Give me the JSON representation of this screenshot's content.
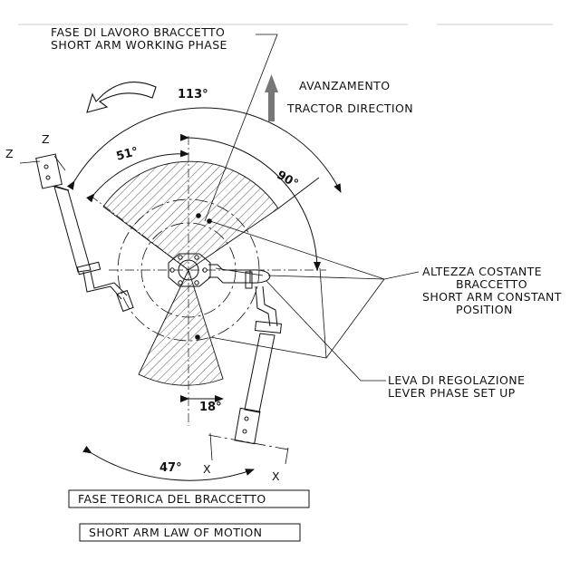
{
  "labels": {
    "work_phase_it": "FASE DI LAVORO BRACCETTO",
    "work_phase_en": "SHORT ARM WORKING PHASE",
    "advance_it": "AVANZAMENTO",
    "advance_en": "TRACTOR DIRECTION",
    "constant_it_1": "ALTEZZA COSTANTE",
    "constant_it_2": "BRACCETTO",
    "constant_en_1": "SHORT ARM CONSTANT",
    "constant_en_2": "POSITION",
    "lever_it": "LEVA DI REGOLAZIONE",
    "lever_en": "LEVER PHASE SET UP",
    "theory_it": "FASE TEORICA DEL BRACCETTO",
    "theory_en": "SHORT ARM LAW OF MOTION"
  },
  "angles": {
    "a113": "113°",
    "a51": "51°",
    "a90": "90°",
    "a18": "18°",
    "a47": "47°"
  },
  "axes": {
    "z1": "Z",
    "z2": "Z",
    "x1": "X",
    "x2": "X"
  },
  "icons": {
    "rotation": "curved-rotation-arrow-icon",
    "direction": "up-arrow-icon"
  },
  "colors": {
    "ink": "#111111",
    "direction_arrow": "#777777"
  }
}
